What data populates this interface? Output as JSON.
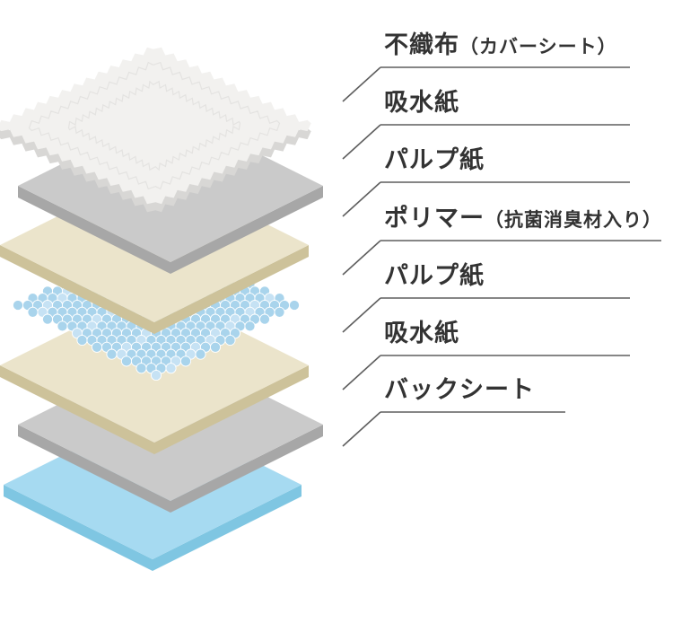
{
  "diagram": {
    "line_color": "#5f5f5f",
    "text_color": "#333333",
    "background": "#ffffff",
    "layers": [
      {
        "id": "cover-sheet",
        "label_main": "不織布",
        "label_sub": "（カバーシート）",
        "type": "wavy",
        "top_color": "#f2f1ef",
        "side_color": "#d8d7d5",
        "texture_color": "#e4e3e1"
      },
      {
        "id": "absorbent-paper-upper",
        "label_main": "吸水紙",
        "label_sub": "",
        "type": "slab",
        "top_color": "#cacaca",
        "side_color": "#a7a7a7"
      },
      {
        "id": "pulp-paper-upper",
        "label_main": "パルプ紙",
        "label_sub": "",
        "type": "slab",
        "top_color": "#ebe4cb",
        "side_color": "#cdc29a"
      },
      {
        "id": "polymer",
        "label_main": "ポリマー",
        "label_sub": "（抗菌消臭材入り）",
        "type": "dots",
        "dot_color": "#a9d4ec",
        "dot_light": "#c6e2f4"
      },
      {
        "id": "pulp-paper-lower",
        "label_main": "パルプ紙",
        "label_sub": "",
        "type": "slab",
        "top_color": "#ebe4cb",
        "side_color": "#cdc29a"
      },
      {
        "id": "absorbent-paper-lower",
        "label_main": "吸水紙",
        "label_sub": "",
        "type": "slab",
        "top_color": "#cacaca",
        "side_color": "#a7a7a7"
      },
      {
        "id": "back-sheet",
        "label_main": "バックシート",
        "label_sub": "",
        "type": "slab",
        "top_color": "#a6daf1",
        "side_color": "#7fc6e2"
      }
    ]
  }
}
